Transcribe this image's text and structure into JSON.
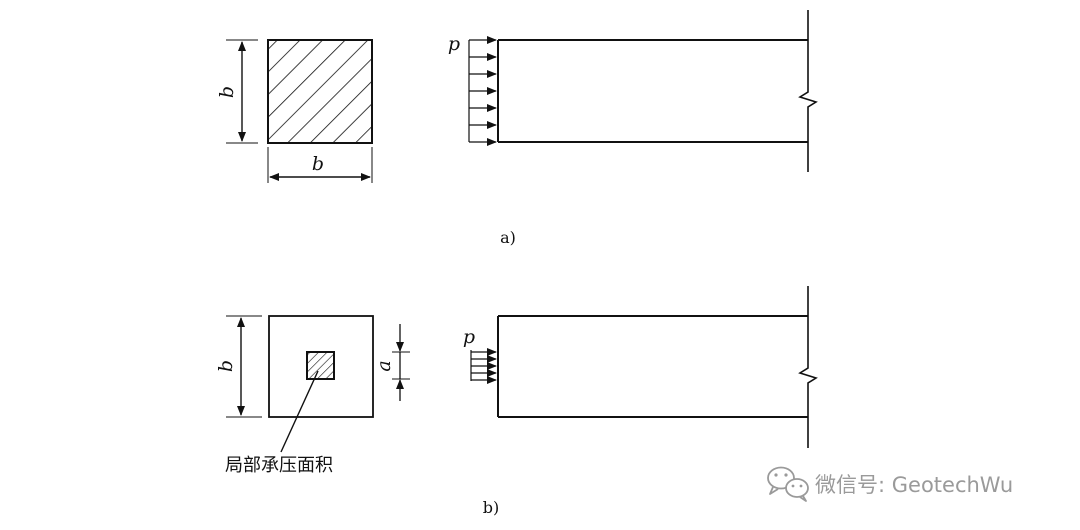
{
  "panel_a": {
    "caption": "a)",
    "width_label": "b",
    "height_label": "b",
    "load_label": "p"
  },
  "panel_b": {
    "caption": "b)",
    "height_label": "b",
    "local_size_label": "a",
    "load_label": "p",
    "local_area_label": "局部承压面积"
  },
  "watermark": {
    "icon": "wechat-icon",
    "text": "微信号: GeotechWu"
  },
  "colors": {
    "line": "#111111",
    "watermark": "#9a9a9a"
  }
}
